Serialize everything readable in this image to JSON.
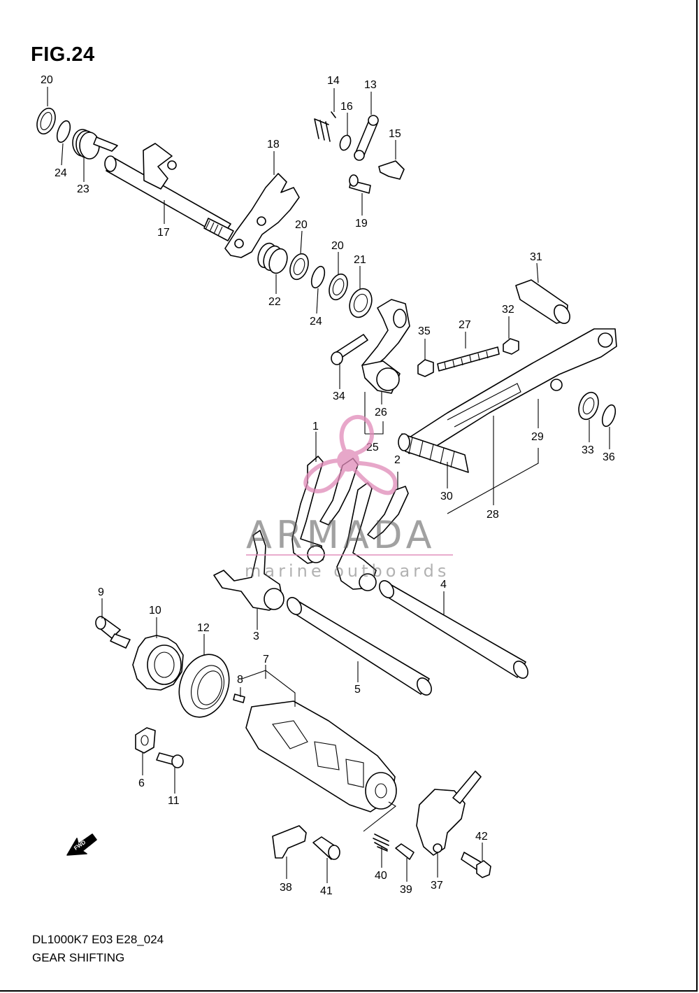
{
  "figure": {
    "title": "FIG.24",
    "model_code": "DL1000K7 E03 E28_024",
    "group_name": "GEAR SHIFTING"
  },
  "watermark": {
    "brand": "ARMADA",
    "tagline": "marine outboards",
    "logo_color": "#e08ab8"
  },
  "direction_marker": "FWD",
  "callouts": [
    "1",
    "2",
    "3",
    "4",
    "5",
    "6",
    "7",
    "8",
    "9",
    "10",
    "11",
    "12",
    "13",
    "14",
    "15",
    "16",
    "17",
    "18",
    "19",
    "20",
    "20",
    "20",
    "21",
    "22",
    "23",
    "24",
    "24",
    "25",
    "26",
    "27",
    "28",
    "29",
    "30",
    "31",
    "32",
    "33",
    "34",
    "35",
    "36",
    "37",
    "38",
    "39",
    "40",
    "41",
    "42"
  ]
}
